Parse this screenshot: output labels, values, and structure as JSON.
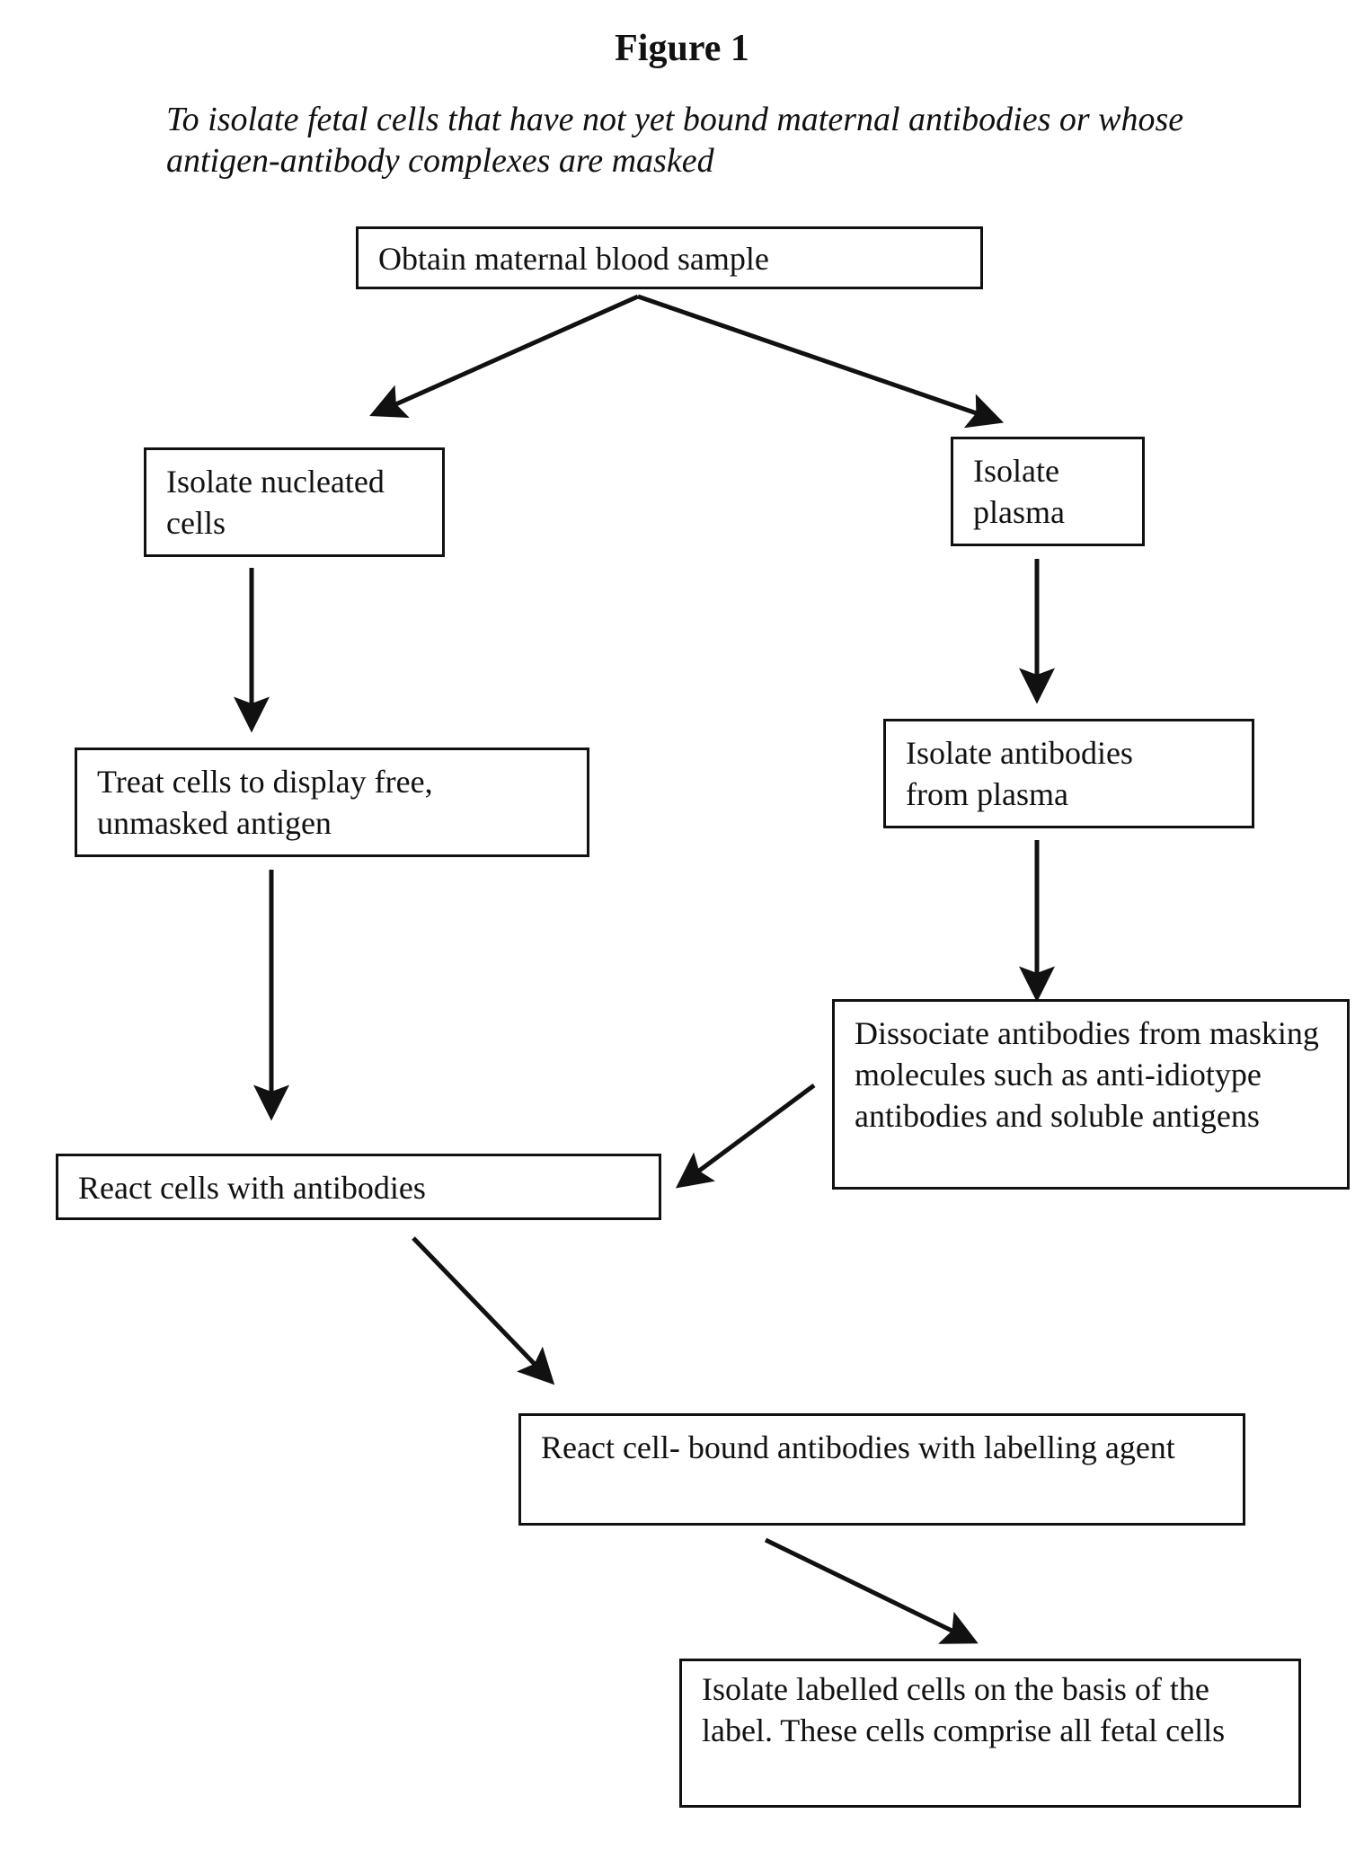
{
  "figure": {
    "title": "Figure 1",
    "subtitle": "To isolate fetal cells that have not yet bound maternal antibodies or whose antigen-antibody complexes are masked"
  },
  "boxes": {
    "obtain_sample": "Obtain maternal blood sample",
    "isolate_nucleated": "Isolate nucleated cells",
    "isolate_plasma": "Isolate plasma",
    "treat_cells": "Treat cells to display free, unmasked  antigen",
    "isolate_antibodies": "Isolate antibodies from plasma",
    "dissociate_antibodies": "Dissociate antibodies from masking molecules such as anti-idiotype antibodies and soluble antigens",
    "react_cells": "React cells with antibodies",
    "react_labelling": "React cell- bound antibodies with labelling agent",
    "isolate_labelled": "Isolate labelled cells on the basis of the label. These cells  comprise all fetal cells"
  }
}
